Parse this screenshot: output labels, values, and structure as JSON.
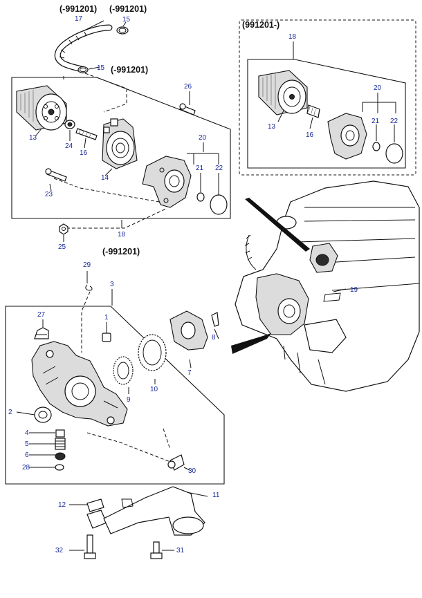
{
  "captions": {
    "hose_left": "(-991201)",
    "hose_right": "(-991201)",
    "clamp": "(-991201)",
    "inset": "(991201-)",
    "main": "(-991201)"
  },
  "callouts": [
    {
      "id": "17",
      "label": "17"
    },
    {
      "id": "15a",
      "label": "15"
    },
    {
      "id": "15b",
      "label": "15"
    },
    {
      "id": "26",
      "label": "26"
    },
    {
      "id": "13",
      "label": "13"
    },
    {
      "id": "24",
      "label": "24"
    },
    {
      "id": "16",
      "label": "16"
    },
    {
      "id": "14",
      "label": "14"
    },
    {
      "id": "20",
      "label": "20"
    },
    {
      "id": "21",
      "label": "21"
    },
    {
      "id": "22",
      "label": "22"
    },
    {
      "id": "23",
      "label": "23"
    },
    {
      "id": "18",
      "label": "18"
    },
    {
      "id": "25",
      "label": "25"
    },
    {
      "id": "i18",
      "label": "18"
    },
    {
      "id": "i20",
      "label": "20"
    },
    {
      "id": "i13",
      "label": "13"
    },
    {
      "id": "i16",
      "label": "16"
    },
    {
      "id": "i21",
      "label": "21"
    },
    {
      "id": "i22",
      "label": "22"
    },
    {
      "id": "19",
      "label": "19"
    },
    {
      "id": "29",
      "label": "29"
    },
    {
      "id": "3",
      "label": "3"
    },
    {
      "id": "27",
      "label": "27"
    },
    {
      "id": "1",
      "label": "1"
    },
    {
      "id": "8",
      "label": "8"
    },
    {
      "id": "7",
      "label": "7"
    },
    {
      "id": "9",
      "label": "9"
    },
    {
      "id": "10",
      "label": "10"
    },
    {
      "id": "2",
      "label": "2"
    },
    {
      "id": "4",
      "label": "4"
    },
    {
      "id": "5",
      "label": "5"
    },
    {
      "id": "6",
      "label": "6"
    },
    {
      "id": "28",
      "label": "28"
    },
    {
      "id": "30",
      "label": "30"
    },
    {
      "id": "12",
      "label": "12"
    },
    {
      "id": "11",
      "label": "11"
    },
    {
      "id": "32",
      "label": "32"
    },
    {
      "id": "31",
      "label": "31"
    }
  ]
}
